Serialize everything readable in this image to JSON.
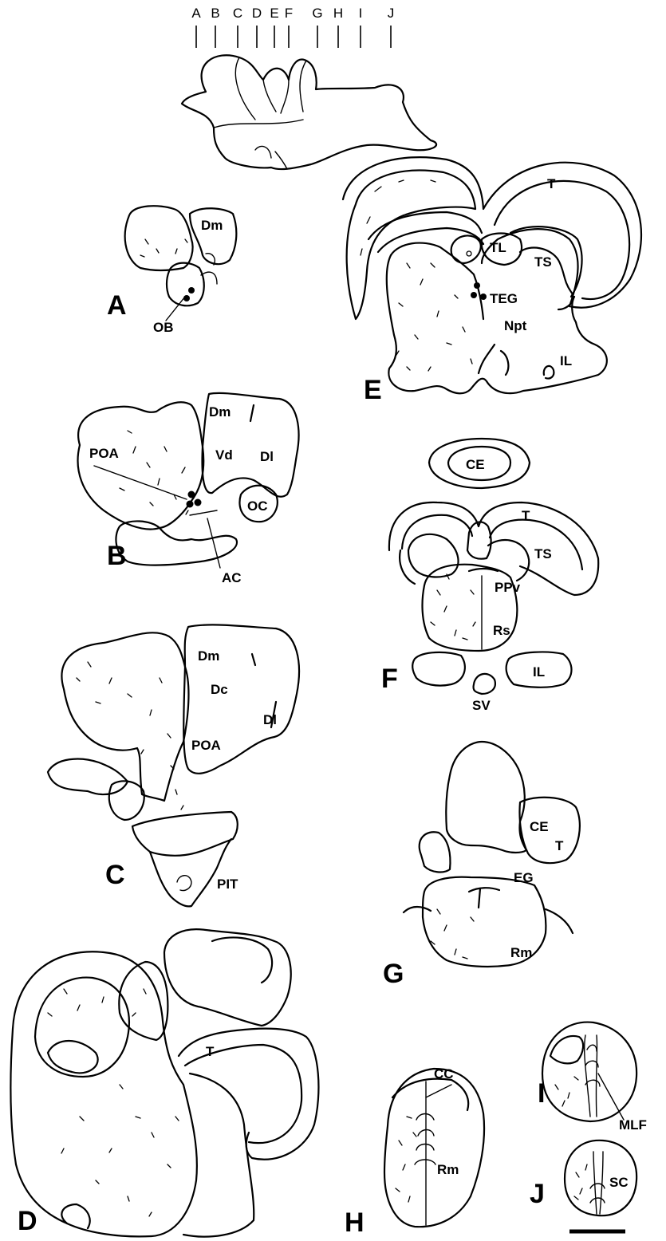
{
  "section_ticks": [
    "A",
    "B",
    "C",
    "D",
    "E",
    "F",
    "G",
    "H",
    "I",
    "J"
  ],
  "sections": {
    "A": {
      "letter": "A",
      "labels": {
        "dm": "Dm",
        "ob": "OB"
      }
    },
    "B": {
      "letter": "B",
      "labels": {
        "dm": "Dm",
        "poa": "POA",
        "vd": "Vd",
        "dl": "Dl",
        "oc": "OC",
        "ac": "AC"
      }
    },
    "C": {
      "letter": "C",
      "labels": {
        "dm": "Dm",
        "dc": "Dc",
        "dl": "Dl",
        "poa": "POA",
        "pit": "PIT"
      }
    },
    "D": {
      "letter": "D",
      "labels": {
        "t": "T"
      }
    },
    "E": {
      "letter": "E",
      "labels": {
        "t": "T",
        "tl": "TL",
        "ts": "TS",
        "teg": "TEG",
        "npt": "Npt",
        "il": "IL"
      }
    },
    "F": {
      "letter": "F",
      "labels": {
        "ce": "CE",
        "t": "T",
        "ts": "TS",
        "ppv": "PPv",
        "rs": "Rs",
        "il": "IL",
        "sv": "SV"
      }
    },
    "G": {
      "letter": "G",
      "labels": {
        "ce": "CE",
        "t": "T",
        "eg": "EG",
        "rm": "Rm"
      }
    },
    "H": {
      "letter": "H",
      "labels": {
        "cc": "CC",
        "rm": "Rm"
      }
    },
    "I": {
      "letter": "I",
      "labels": {
        "mlf": "MLF"
      }
    },
    "J": {
      "letter": "J",
      "labels": {
        "sc": "SC"
      }
    }
  }
}
